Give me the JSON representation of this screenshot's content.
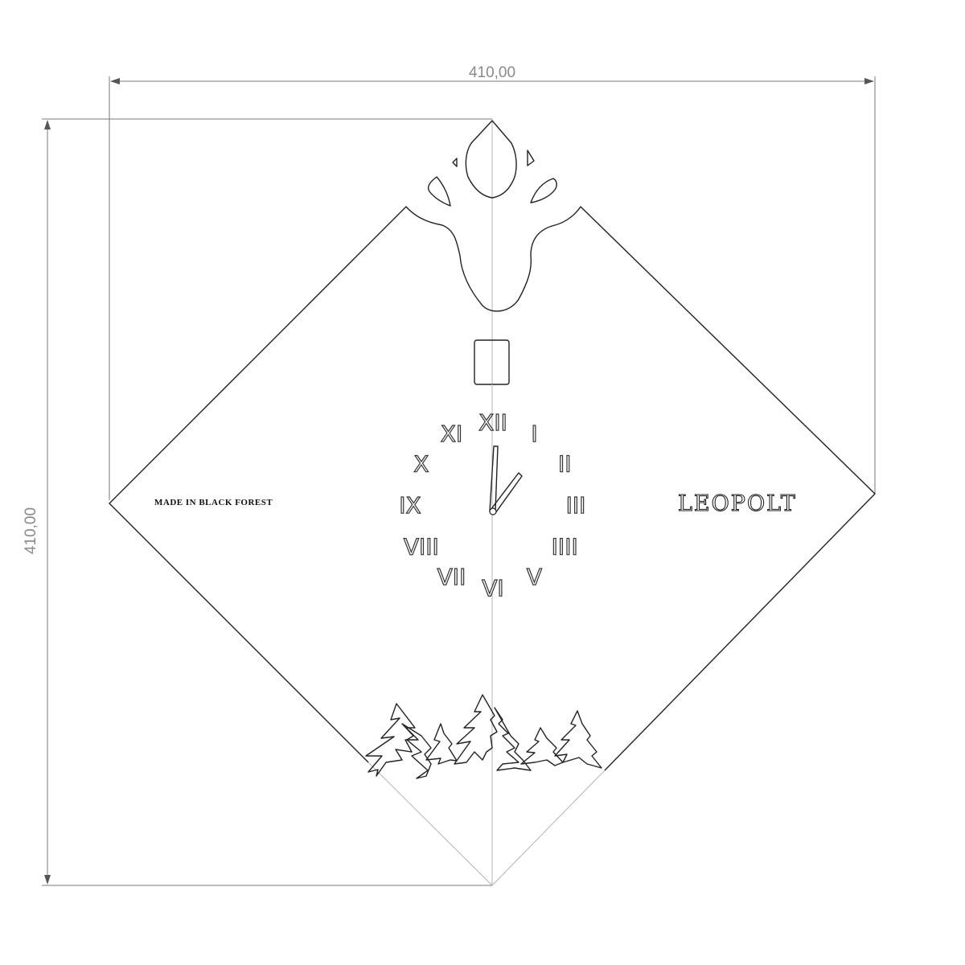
{
  "dimensions": {
    "width_label": "410,00",
    "height_label": "410,00"
  },
  "labels": {
    "made_in": "MADE IN BLACK FOREST",
    "brand": "LEOPOLT"
  },
  "clock": {
    "numerals": [
      "XII",
      "I",
      "II",
      "III",
      "IIII",
      "V",
      "VI",
      "VII",
      "VIII",
      "IX",
      "X",
      "XI"
    ]
  },
  "colors": {
    "line": "#222222",
    "dimension": "#7a7a7a",
    "construction": "#b5b5b5"
  }
}
